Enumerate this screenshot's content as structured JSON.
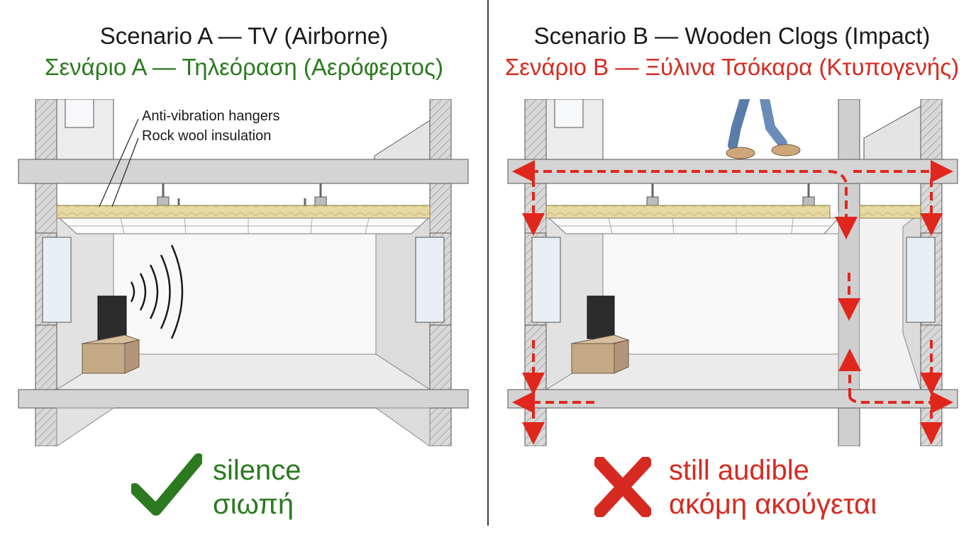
{
  "scenario_a": {
    "title_en": "Scenario A — TV (Airborne)",
    "title_gr": "Σενάριο Α — Τηλεόραση (Αερόφερτος)",
    "labels": {
      "hangers": "Anti-vibration hangers",
      "insulation": "Rock wool insulation"
    },
    "result_en": "silence",
    "result_gr": "σιωπή",
    "result_icon": "checkmark-icon",
    "accent_color": "#2b7a1f"
  },
  "scenario_b": {
    "title_en": "Scenario B — Wooden Clogs (Impact)",
    "title_gr": "Σενάριο Β — Ξύλινα Τσόκαρα (Κτυπογενής)",
    "result_en": "still audible",
    "result_gr": "ακόμη ακούγεται",
    "result_icon": "cross-icon",
    "accent_color": "#d62a20"
  }
}
